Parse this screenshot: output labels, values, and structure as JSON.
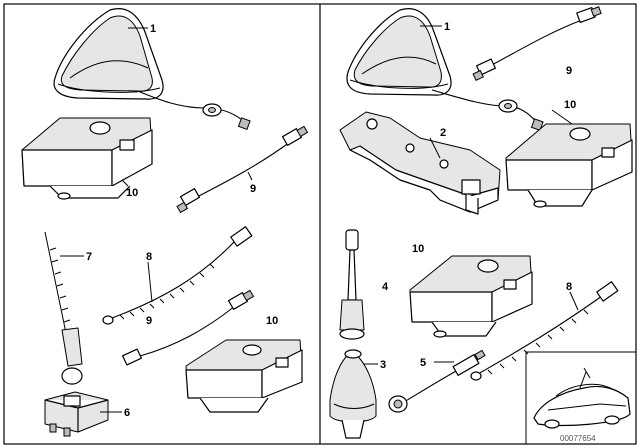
{
  "callouts": {
    "left_antenna": "1",
    "left_module": "10",
    "left_cable": "9",
    "rod_antenna": "7",
    "left_sensor_cable": "8",
    "left_cable_lower": "9",
    "left_module_lower": "10",
    "antenna_base": "6",
    "right_antenna": "1",
    "right_cable_top": "9",
    "right_module_top": "10",
    "bracket": "2",
    "right_module_mid": "10",
    "stub_antenna": "4",
    "right_sensor_cable": "8",
    "base_socket": "3",
    "adapter": "5"
  },
  "image_code": "00077654",
  "colors": {
    "line": "#000000",
    "background": "#ffffff",
    "fill_light": "#e6e6e6",
    "fill_dark": "#bdbdbd"
  }
}
